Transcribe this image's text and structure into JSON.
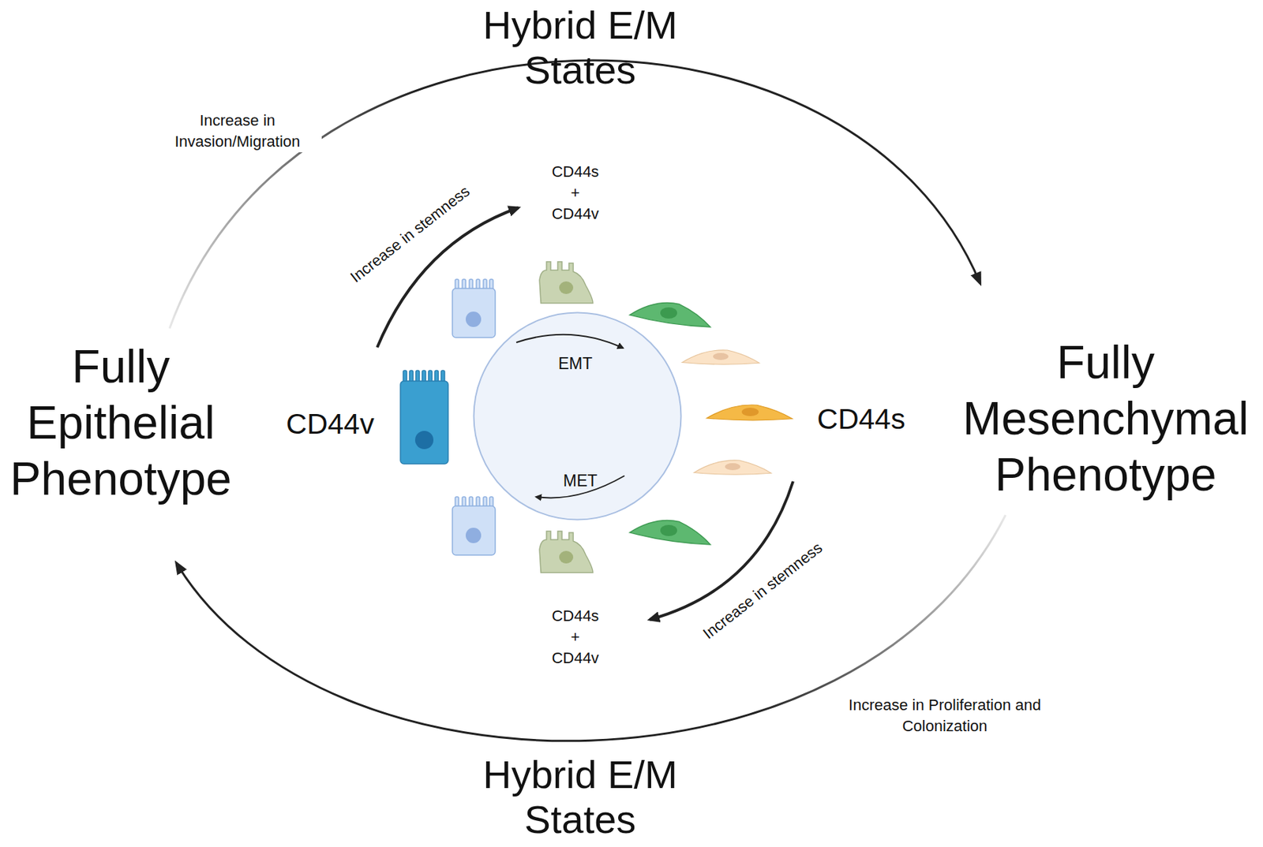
{
  "diagram": {
    "nodes": [
      {
        "text": [
          "Fully Epithelial Phenotype"
        ]
      },
      {
        "text": [
          "EMT",
          "MET"
        ]
      },
      {
        "text": [
          "Fully Mesenchymal Phenotype"
        ]
      }
    ],
    "edges": [
      {
        "from": 0,
        "to": 2,
        "arrow": "to"
      },
      {
        "from": 2,
        "to": 0,
        "arrow": "to"
      }
    ],
    "labels": [
      "Hybrid E/M States",
      "Increase in Invasion/Migration",
      "Increase in stemness",
      "CD44s + CD44v",
      "CD44v",
      "CD44s",
      "Increase in stemness",
      "CD44s + CD44v",
      "Increase in Proliferation and Colonization",
      "Hybrid E/M States"
    ]
  }
}
